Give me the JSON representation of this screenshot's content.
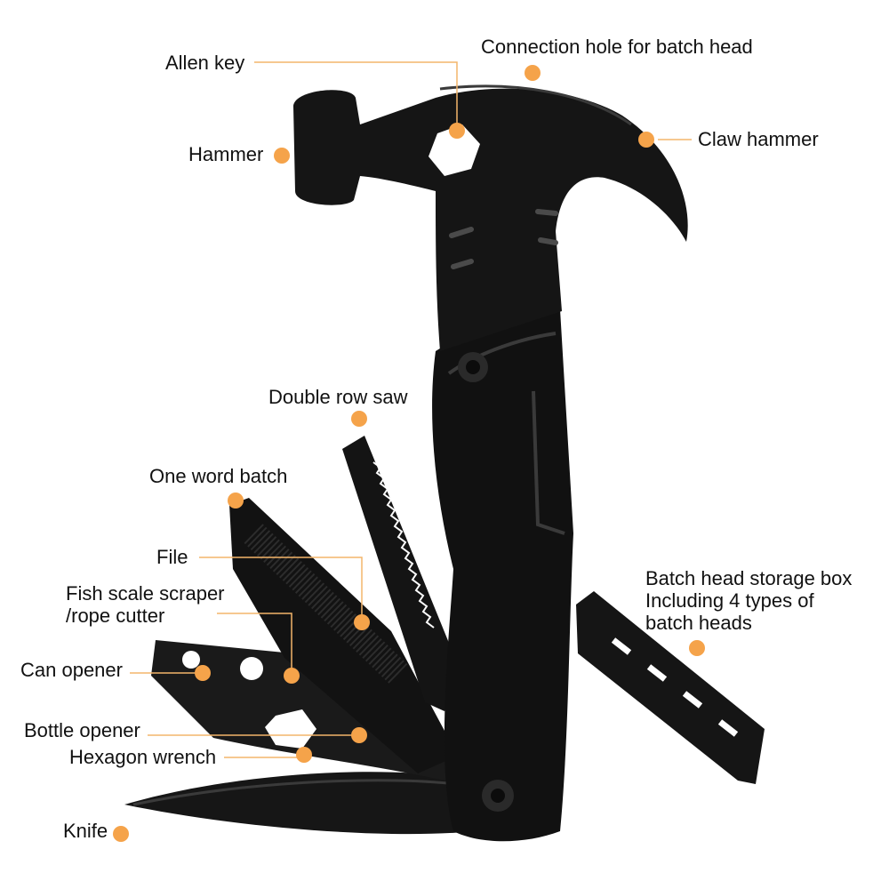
{
  "colors": {
    "background": "#ffffff",
    "tool_body": "#161616",
    "tool_highlight": "#3a3a3a",
    "dot": "#f5a34a",
    "leader_line": "#f3b56b",
    "text": "#111111"
  },
  "labels": {
    "allen_key": "Allen key",
    "connection_hole": "Connection hole for batch head",
    "hammer": "Hammer",
    "claw_hammer": "Claw hammer",
    "double_row_saw": "Double row saw",
    "one_word_batch": "One word batch",
    "file": "File",
    "fish_scale_line1": "Fish scale scraper",
    "fish_scale_line2": "/rope cutter",
    "can_opener": "Can opener",
    "bottle_opener": "Bottle opener",
    "hexagon_wrench": "Hexagon wrench",
    "knife": "Knife",
    "storage_line1": "Batch head storage box",
    "storage_line2": "Including 4 types of",
    "storage_line3": "batch heads"
  },
  "icons": {
    "marker": "orange-dot",
    "tool": "multi-tool-hammer"
  }
}
